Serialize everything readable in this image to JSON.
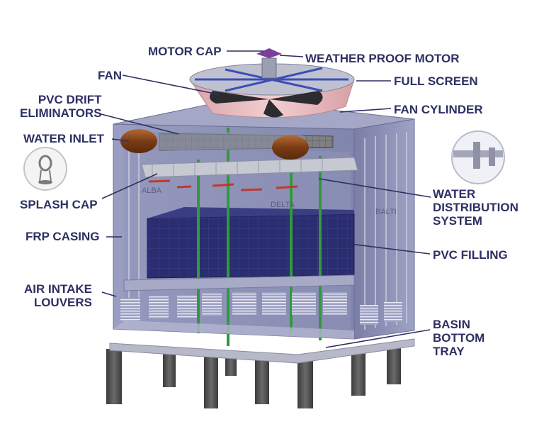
{
  "labels": {
    "motor_cap": "MOTOR CAP",
    "weather_proof_motor": "WEATHER PROOF MOTOR",
    "fan": "FAN",
    "full_screen": "FULL SCREEN",
    "pvc_drift_eliminators": "PVC DRIFT\nELIMINATORS",
    "fan_cylinder": "FAN CYLINDER",
    "water_inlet": "WATER INLET",
    "splash_cap": "SPLASH CAP",
    "water_distribution_system": "WATER\nDISTRIBUTION\nSYSTEM",
    "frp_casing": "FRP CASING",
    "pvc_filling": "PVC FILLING",
    "air_intake_louvers": "AIR INTAKE\nLOUVERS",
    "basin_bottom_tray": "BASIN\nBOTTOM\nTRAY"
  },
  "panel_marks": {
    "left_panel": "ALBA",
    "center_panel": "DELTA",
    "right_panel": "BALTI"
  },
  "colors": {
    "label_text": "#2d2f63",
    "leader_line": "#2d2f63",
    "casing": "#8f93b8",
    "casing_dark": "#6f729a",
    "fill_block": "#272a6b",
    "fan_cylinder": "#e9bcc0",
    "pipe": "#b9bcc6",
    "riser": "#2f9a3c",
    "motor_cap": "#7a3f9c",
    "header_pipe": "#8a4a1e",
    "leg": "#4a4a4a"
  }
}
